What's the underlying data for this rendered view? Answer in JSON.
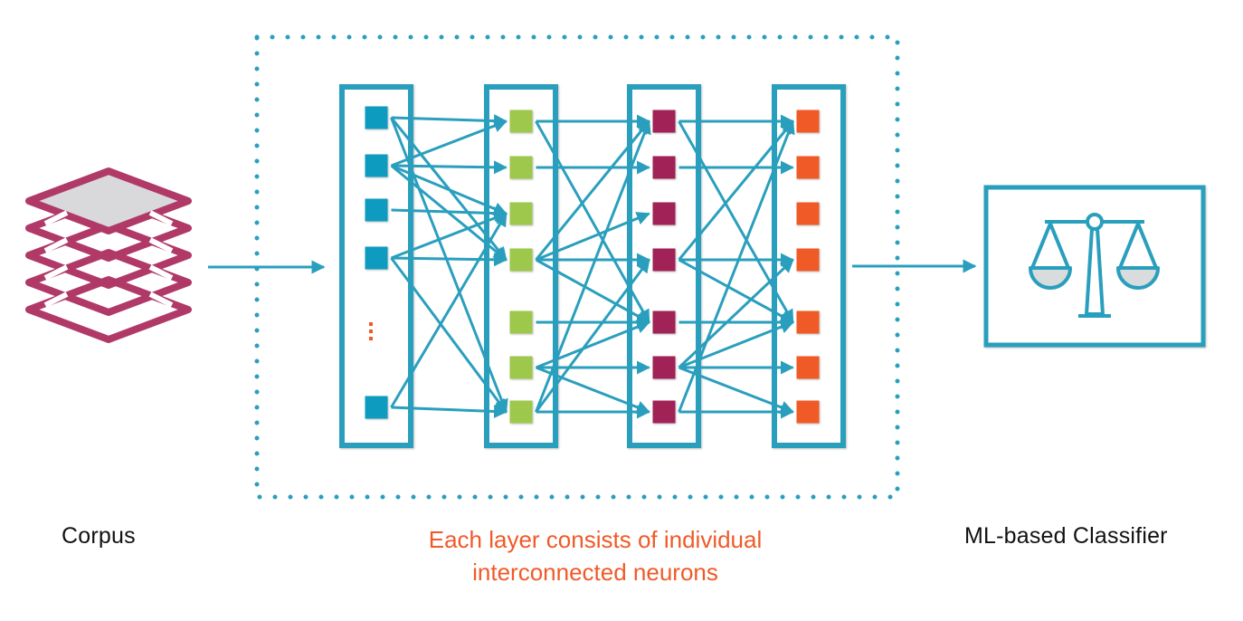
{
  "labels": {
    "corpus": "Corpus",
    "caption_line1": "Each layer consists of individual",
    "caption_line2": "interconnected neurons",
    "classifier": "ML-based Classifier",
    "ellipsis": "⋮"
  },
  "colors": {
    "teal": "#2a9fbd",
    "layer1": "#0f9bbf",
    "layer2": "#9dc84b",
    "layer3": "#a02456",
    "layer4": "#f05a28",
    "corpus": "#b03968",
    "corpus_fill": "#d9d9dc",
    "caption": "#f05a28",
    "text": "#111111",
    "pan_fill": "#d9dcdc"
  },
  "icons": {
    "corpus": "stacked-layers-icon",
    "classifier": "balance-scale-icon"
  },
  "network": {
    "layers": [
      {
        "name": "input",
        "nodes": 5,
        "has_ellipsis": true
      },
      {
        "name": "hidden-1",
        "nodes": 7
      },
      {
        "name": "hidden-2",
        "nodes": 7
      },
      {
        "name": "output",
        "nodes": 7
      }
    ],
    "connections_1_2": [
      [
        0,
        0
      ],
      [
        0,
        3
      ],
      [
        0,
        6
      ],
      [
        1,
        0
      ],
      [
        1,
        1
      ],
      [
        1,
        2
      ],
      [
        1,
        3
      ],
      [
        2,
        2
      ],
      [
        3,
        2
      ],
      [
        3,
        3
      ],
      [
        3,
        6
      ],
      [
        4,
        2
      ],
      [
        4,
        6
      ]
    ],
    "connections_2_3": [
      [
        0,
        0
      ],
      [
        0,
        4
      ],
      [
        1,
        1
      ],
      [
        3,
        0
      ],
      [
        3,
        2
      ],
      [
        3,
        3
      ],
      [
        3,
        4
      ],
      [
        4,
        4
      ],
      [
        5,
        4
      ],
      [
        5,
        5
      ],
      [
        5,
        6
      ],
      [
        6,
        0
      ],
      [
        6,
        3
      ],
      [
        6,
        6
      ]
    ],
    "connections_3_4": [
      [
        0,
        0
      ],
      [
        0,
        4
      ],
      [
        1,
        1
      ],
      [
        3,
        0
      ],
      [
        3,
        3
      ],
      [
        3,
        4
      ],
      [
        4,
        4
      ],
      [
        5,
        3
      ],
      [
        5,
        4
      ],
      [
        5,
        5
      ],
      [
        5,
        6
      ],
      [
        6,
        0
      ],
      [
        6,
        6
      ]
    ]
  }
}
